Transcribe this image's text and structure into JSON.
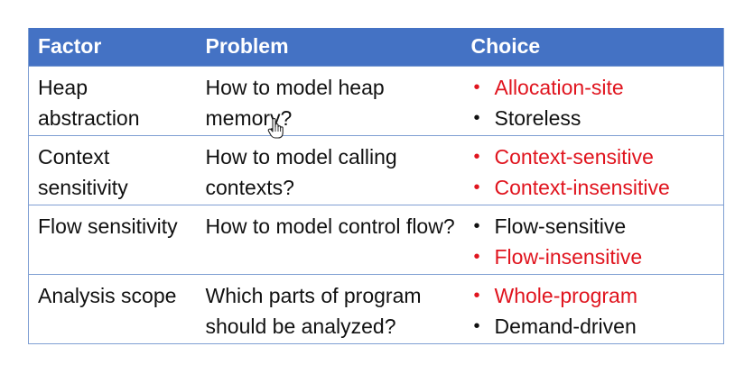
{
  "table": {
    "headers": [
      "Factor",
      "Problem",
      "Choice"
    ],
    "rows": [
      {
        "factor": "Heap abstraction",
        "problem": "How to model heap memory?",
        "choices": [
          {
            "text": "Allocation-site",
            "highlighted": true
          },
          {
            "text": "Storeless",
            "highlighted": false
          }
        ]
      },
      {
        "factor": "Context sensitivity",
        "problem": "How to model calling contexts?",
        "choices": [
          {
            "text": "Context-sensitive",
            "highlighted": true
          },
          {
            "text": "Context-insensitive",
            "highlighted": true
          }
        ]
      },
      {
        "factor": "Flow sensitivity",
        "problem": "How to model control flow?",
        "choices": [
          {
            "text": "Flow-sensitive",
            "highlighted": false
          },
          {
            "text": "Flow-insensitive",
            "highlighted": true
          }
        ]
      },
      {
        "factor": "Analysis scope",
        "problem": "Which parts of program should be analyzed?",
        "choices": [
          {
            "text": "Whole-program",
            "highlighted": true
          },
          {
            "text": "Demand-driven",
            "highlighted": false
          }
        ]
      }
    ]
  },
  "colors": {
    "header_bg": "#4472c4",
    "header_text": "#ffffff",
    "highlight": "#e0141e",
    "body_text": "#111111",
    "rule": "#7f9fd3"
  },
  "cursor": {
    "icon": "hand-pointer-icon"
  },
  "bullet_glyph": "•"
}
